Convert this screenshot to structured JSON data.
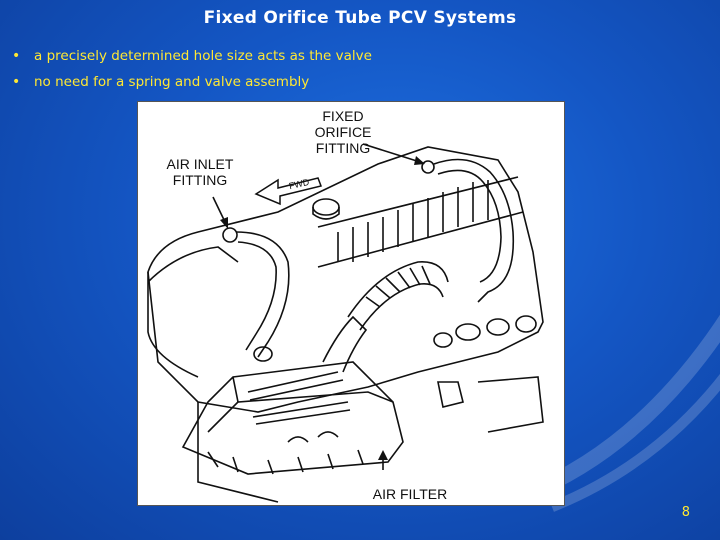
{
  "slide": {
    "title": "Fixed Orifice Tube PCV Systems",
    "bullets": [
      "a precisely determined hole size acts as the valve",
      "no need for a spring and valve assembly"
    ],
    "page_number": "8"
  },
  "figure": {
    "labels": {
      "fixed_orifice_fitting": "FIXED\nORIFICE\nFITTING",
      "air_inlet_fitting": "AIR INLET\nFITTING",
      "air_filter": "AIR FILTER",
      "front_marker": "FWD"
    }
  },
  "colors": {
    "background": "#1456c4",
    "title": "#ffffff",
    "bullet_text": "#ffe833",
    "page_number": "#ffe833"
  }
}
